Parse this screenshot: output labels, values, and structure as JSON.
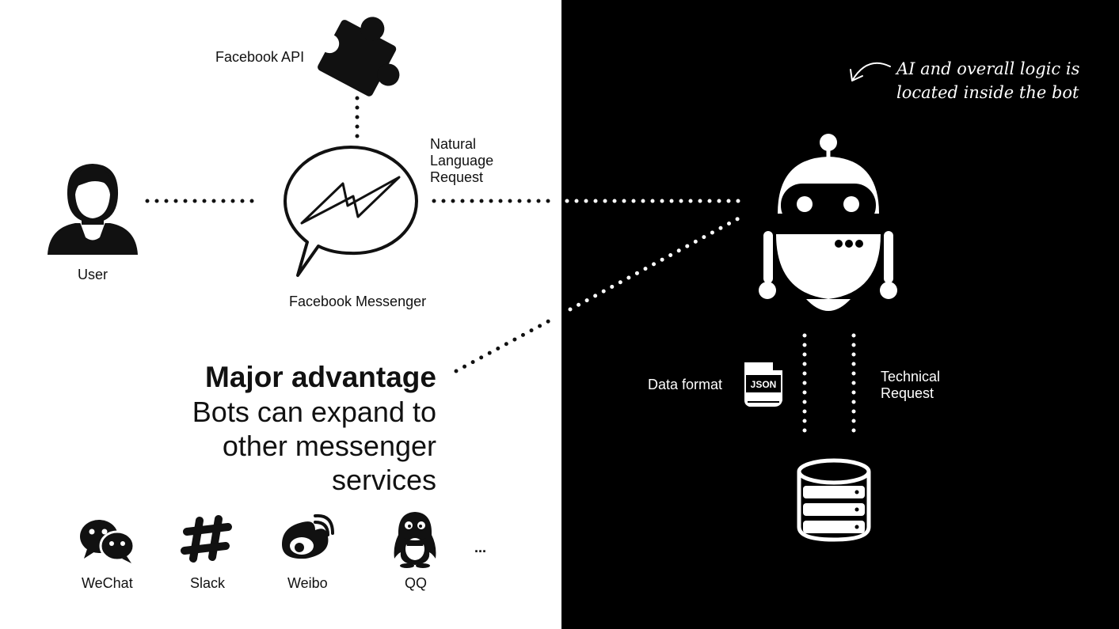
{
  "labels": {
    "facebook_api": "Facebook API",
    "user": "User",
    "facebook_messenger": "Facebook Messenger",
    "natural_language_request": "Natural\nLanguage\nRequest",
    "data_format": "Data format",
    "technical_request": "Technical\nRequest",
    "json_badge": "JSON"
  },
  "annotation": {
    "line1": "AI and overall logic is",
    "line2": "located inside the bot"
  },
  "advantage": {
    "title": "Major advantage",
    "lines": [
      "Bots can expand to",
      "other messenger",
      "services"
    ]
  },
  "services": [
    {
      "label": "WeChat",
      "icon": "wechat-icon"
    },
    {
      "label": "Slack",
      "icon": "slack-icon"
    },
    {
      "label": "Weibo",
      "icon": "weibo-icon"
    },
    {
      "label": "QQ",
      "icon": "qq-icon"
    }
  ],
  "more": "...",
  "colors": {
    "left_bg": "#ffffff",
    "right_bg": "#000000",
    "ink": "#111111"
  }
}
